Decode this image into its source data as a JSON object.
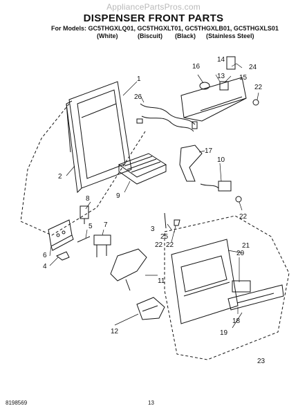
{
  "watermark": "AppliancePartsPros.com",
  "title": "DISPENSER FRONT PARTS",
  "models_line": "For Models: GC5THGXLQ01, GC5THGXLT01, GC5THGXLB01, GC5THGXLS01",
  "variants": [
    "(White)",
    "(Biscuit)",
    "(Black)",
    "(Stainless Steel)"
  ],
  "callouts": [
    "1",
    "2",
    "3",
    "4",
    "5",
    "6",
    "7",
    "8",
    "9",
    "10",
    "11",
    "12",
    "13",
    "14",
    "15",
    "16",
    "17",
    "18",
    "19",
    "20",
    "21",
    "22",
    "22",
    "22",
    "22",
    "23",
    "24",
    "25",
    "26"
  ],
  "footer": {
    "doc_number": "8198569",
    "page": "13"
  }
}
